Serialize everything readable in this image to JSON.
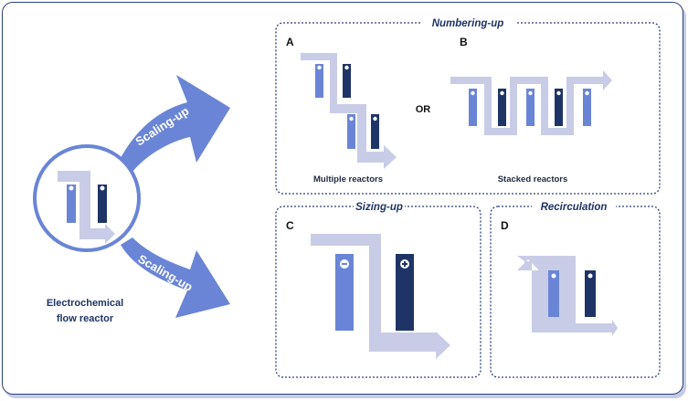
{
  "colors": {
    "frame": "#2b3f7a",
    "arrow": "#6a85d6",
    "flow": "#c8cce6",
    "anode": "#6a85d6",
    "cathode": "#1f3466",
    "text_dark": "#1f3466",
    "text_black": "#111111"
  },
  "main": {
    "reactor_label_line1": "Electrochemical",
    "reactor_label_line2": "flow reactor",
    "arrow_top_label": "Scaling-up",
    "arrow_bottom_label": "Scaling-up"
  },
  "numbering_up": {
    "title": "Numbering-up",
    "or_label": "OR",
    "panel_a": {
      "letter": "A",
      "caption": "Multiple reactors"
    },
    "panel_b": {
      "letter": "B",
      "caption": "Stacked reactors"
    }
  },
  "sizing_up": {
    "title": "Sizing-up",
    "panel_c": {
      "letter": "C"
    }
  },
  "recirculation": {
    "title": "Recirculation",
    "panel_d": {
      "letter": "D"
    }
  },
  "electrode_icons": {
    "negative": "minus-sign-icon",
    "positive": "plus-sign-icon"
  }
}
